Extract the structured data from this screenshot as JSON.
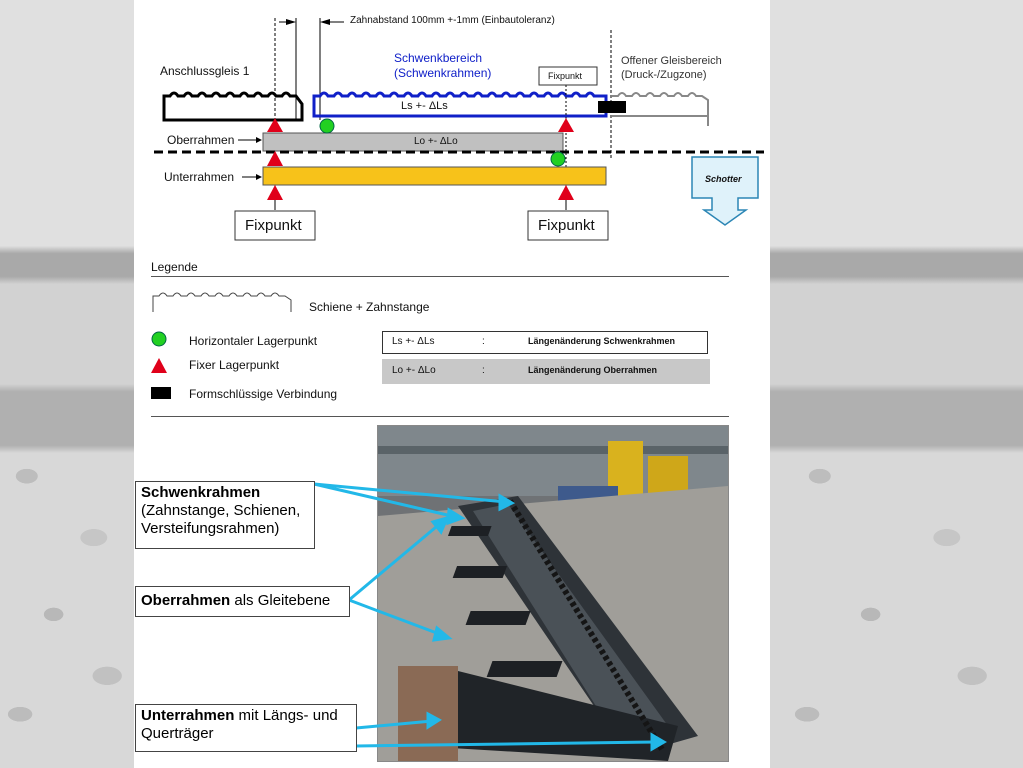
{
  "top_note": "Zahnabstand 100mm +-1mm (Einbautoleranz)",
  "anschlussgleis": "Anschlussgleis 1",
  "schwenkbereich": {
    "line1": "Schwenkbereich",
    "line2": "(Schwenkrahmen)"
  },
  "offener_bereich": {
    "line1": "Offener Gleisbereich",
    "line2": "(Druck-/Zugzone)"
  },
  "fixpunkt_small": "Fixpunkt",
  "ls_label": "Ls  +-  ΔLs",
  "lo_label": "Lo  +-  ΔLo",
  "oberrahmen": "Oberrahmen",
  "unterrahmen": "Unterrahmen",
  "schotter": "Schotter",
  "fixpunkt_left": "Fixpunkt",
  "fixpunkt_right": "Fixpunkt",
  "legend": {
    "title": "Legende",
    "schiene": "Schiene + Zahnstange",
    "horizontal": "Horizontaler Lagerpunkt",
    "fixer": "Fixer Lagerpunkt",
    "formschluessig": "Formschlüssige Verbindung",
    "ls_key": "Ls  +-  ΔLs",
    "ls_colon": ":",
    "ls_desc": "Längenänderung Schwenkrahmen",
    "lo_key": "Lo  +-  ΔLo",
    "lo_colon": ":",
    "lo_desc": "Längenänderung Oberrahmen"
  },
  "callouts": {
    "schwenk_bold": "Schwenkrahmen",
    "schwenk_rest1": "(Zahnstange, Schienen,",
    "schwenk_rest2": "Versteifungsrahmen)",
    "ober_bold": "Oberrahmen",
    "ober_rest": " als Gleitebene",
    "unter_bold": "Unterrahmen",
    "unter_rest1": " mit Längs- und",
    "unter_rest2": "Querträger"
  },
  "colors": {
    "blue_rail": "#1020c8",
    "grey_frame": "#c0c0c0",
    "yellow_frame": "#f7c21a",
    "fix_red": "#e0001a",
    "bearing_green": "#22d022",
    "arrow_cyan": "#22b8e8"
  }
}
